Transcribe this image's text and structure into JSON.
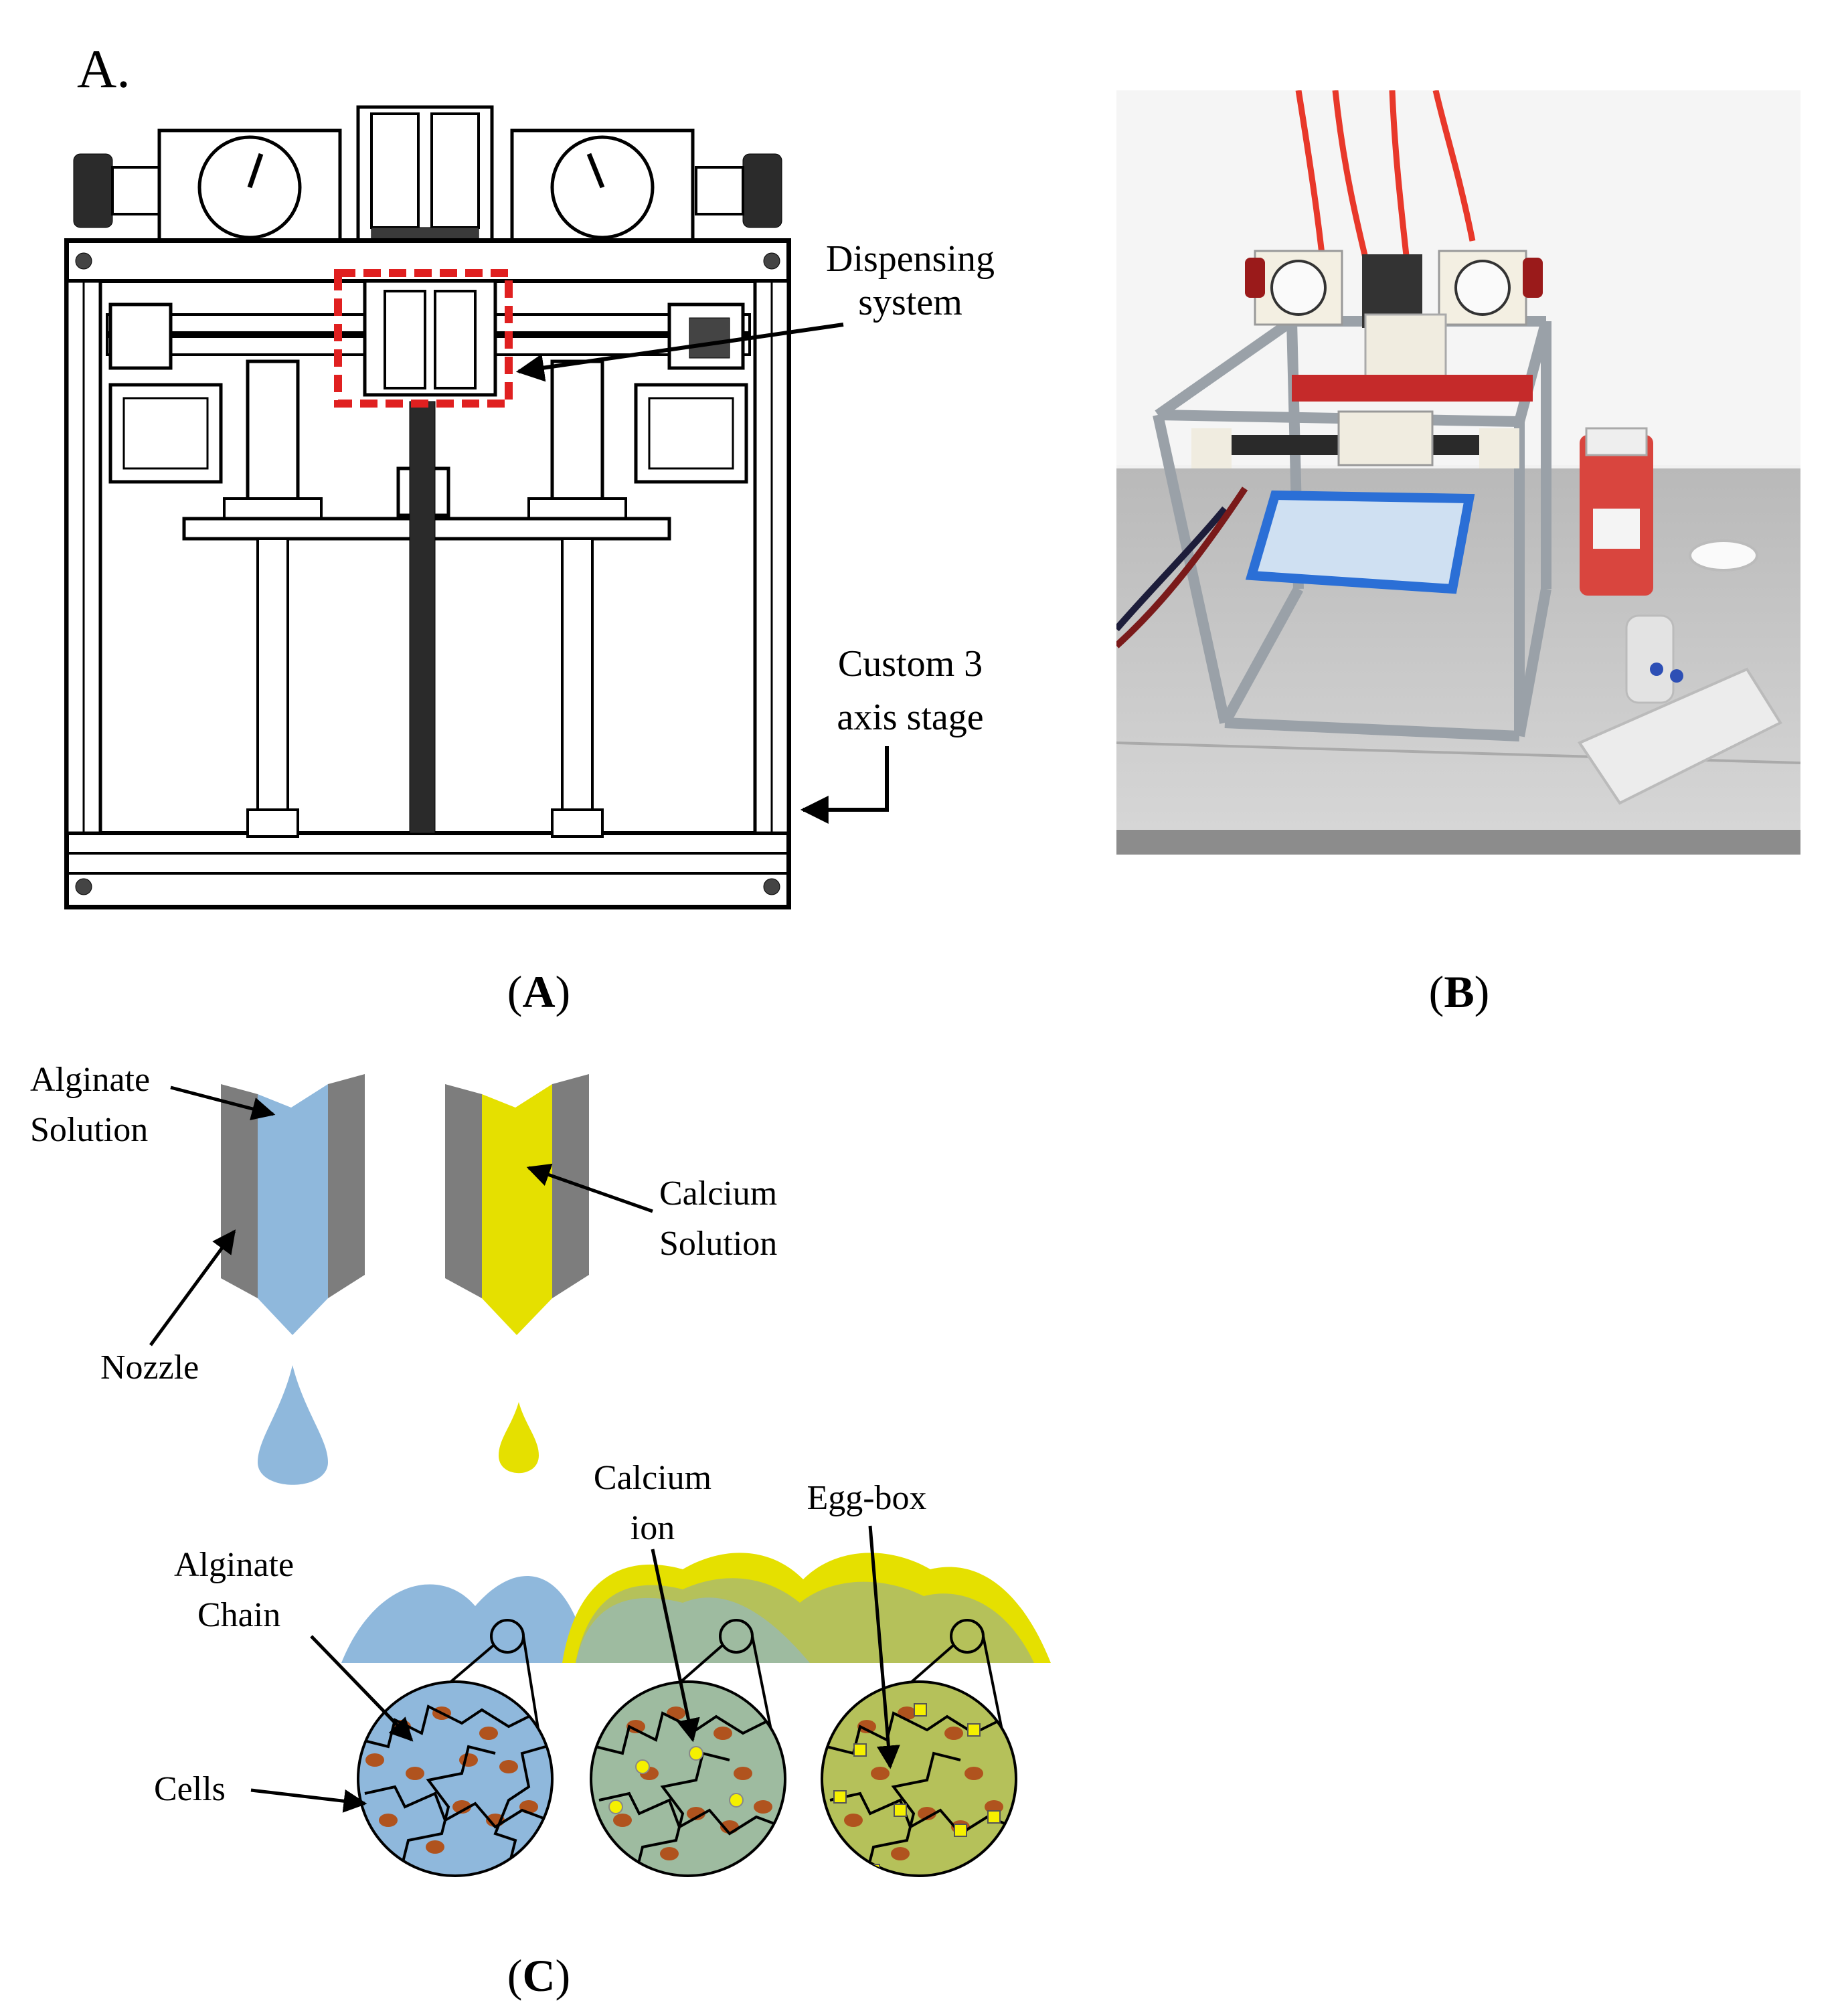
{
  "panel_a": {
    "corner_label": "A.",
    "callout_dispensing": [
      "Dispensing",
      "system"
    ],
    "callout_stage": [
      "Custom 3",
      "axis stage"
    ]
  },
  "panel_b": {},
  "panel_c": {
    "label_alginate_solution": [
      "Alginate",
      "Solution"
    ],
    "label_calcium_solution": [
      "Calcium",
      "Solution"
    ],
    "label_nozzle": "Nozzle",
    "label_calcium_ion": [
      "Calcium",
      "ion"
    ],
    "label_egg_box": "Egg-box",
    "label_alginate_chain": [
      "Alginate",
      "Chain"
    ],
    "label_cells": "Cells"
  },
  "captions": {
    "a": {
      "open": "(",
      "letter": "A",
      "close": ")"
    },
    "b": {
      "open": "(",
      "letter": "B",
      "close": ")"
    },
    "c": {
      "open": "(",
      "letter": "C",
      "close": ")"
    }
  },
  "colors": {
    "alginate_blue": "#8fb8dc",
    "calcium_yellow": "#e5e000",
    "nozzle_gray": "#7d7d7d",
    "gel_green": "#9ebba0",
    "eggbox_olive": "#b5c15a",
    "cell_brown": "#b0531e",
    "dispenser_red": "#e02020"
  }
}
